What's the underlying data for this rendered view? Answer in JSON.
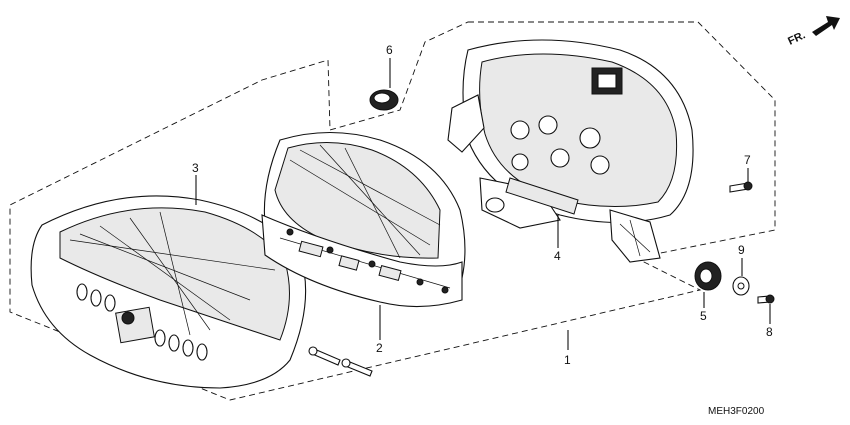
{
  "direction_label": "FR.",
  "diagram_code": "MEH3F0200",
  "callouts": [
    {
      "id": "1",
      "text": "1"
    },
    {
      "id": "2",
      "text": "2"
    },
    {
      "id": "3",
      "text": "3"
    },
    {
      "id": "4",
      "text": "4"
    },
    {
      "id": "5",
      "text": "5"
    },
    {
      "id": "6",
      "text": "6"
    },
    {
      "id": "7",
      "text": "7"
    },
    {
      "id": "8",
      "text": "8"
    },
    {
      "id": "9",
      "text": "9"
    }
  ]
}
